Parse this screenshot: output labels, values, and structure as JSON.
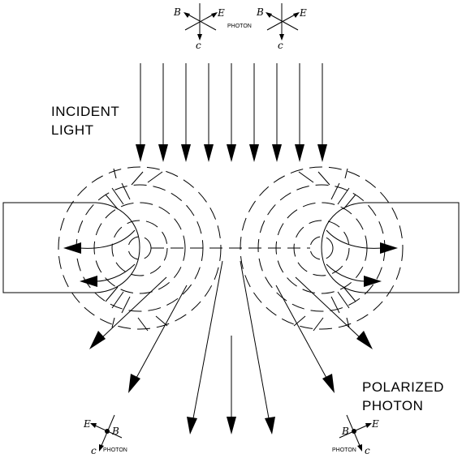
{
  "labels": {
    "incident_line1": "INCIDENT",
    "incident_line2": "LIGHT",
    "polarized_line1": "POLARIZED",
    "polarized_line2": "PHOTON",
    "photon_small": "PHOTON"
  },
  "symbols": {
    "B": "B",
    "E": "E",
    "c": "c"
  },
  "colors": {
    "ink": "#000000",
    "background": "#ffffff"
  }
}
